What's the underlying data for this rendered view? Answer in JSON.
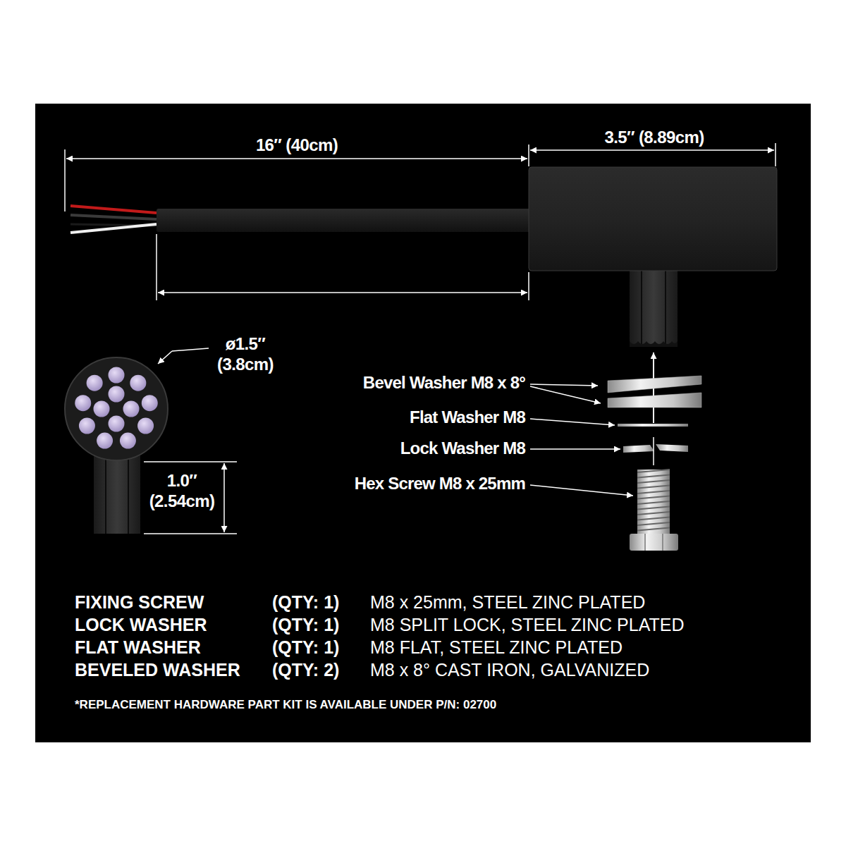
{
  "diagram": {
    "labels": [
      "16″ (40cm)",
      "3.5″ (8.89cm)",
      "ø1.5″ (3.8cm)",
      "1.0″ (2.54cm)",
      "Bevel Washer M8 x 8°",
      "Flat Washer M8",
      "Lock Washer M8",
      "Hex Screw M8 x 25mm",
      "FIXING SCREW",
      "(QTY: 1)",
      "M8 x 25mm, STEEL ZINC PLATED",
      "LOCK WASHER",
      "(QTY: 1)",
      "M8 SPLIT LOCK, STEEL ZINC PLATED",
      "FLAT WASHER",
      "(QTY: 1)",
      "M8 FLAT, STEEL ZINC PLATED",
      "BEVELED WASHER",
      "(QTY: 2)",
      "M8 x 8° CAST IRON, GALVANIZED",
      "*REPLACEMENT HARDWARE PART KIT IS AVAILABLE UNDER P/N: 02700"
    ]
  }
}
